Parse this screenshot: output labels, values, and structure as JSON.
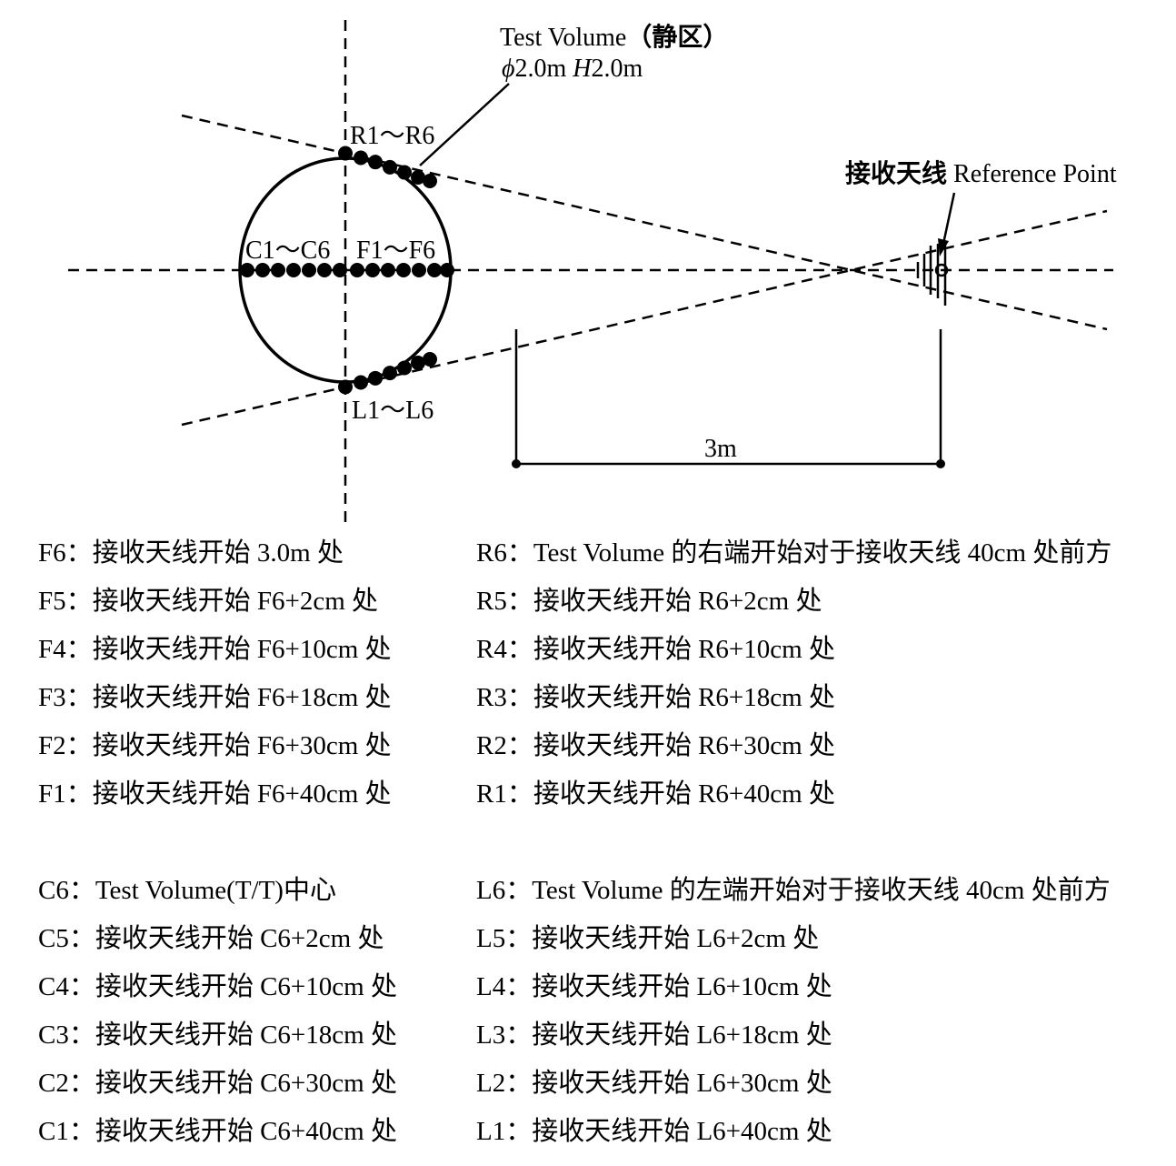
{
  "diagram": {
    "test_volume_title": "Test Volume",
    "test_volume_cn": "（静区）",
    "test_volume_phi": "ϕ",
    "test_volume_dia": "2.0m ",
    "test_volume_h": "H",
    "test_volume_height": "2.0m",
    "label_r": "R1～R6",
    "label_c": "C1～C6",
    "label_f": "F1～F6",
    "label_l": "L1～L6",
    "antenna_cn": "接收天线",
    "antenna_en": " Reference Point",
    "distance": "3m"
  },
  "legend_left": [
    {
      "id": "F6：",
      "text": "接收天线开始 3.0m 处"
    },
    {
      "id": "F5：",
      "text": "接收天线开始 F6+2cm 处"
    },
    {
      "id": "F4：",
      "text": "接收天线开始 F6+10cm 处"
    },
    {
      "id": "F3：",
      "text": "接收天线开始 F6+18cm 处"
    },
    {
      "id": "F2：",
      "text": "接收天线开始 F6+30cm 处"
    },
    {
      "id": "F1：",
      "text": "接收天线开始 F6+40cm 处"
    },
    {
      "id": "C6：",
      "text": "Test Volume(T/T)中心"
    },
    {
      "id": "C5：",
      "text": "接收天线开始 C6+2cm 处"
    },
    {
      "id": "C4：",
      "text": "接收天线开始 C6+10cm 处"
    },
    {
      "id": "C3：",
      "text": "接收天线开始 C6+18cm 处"
    },
    {
      "id": "C2：",
      "text": "接收天线开始 C6+30cm 处"
    },
    {
      "id": "C1：",
      "text": "接收天线开始 C6+40cm 处"
    }
  ],
  "legend_right": [
    {
      "id": "R6：",
      "text": "Test Volume 的右端开始对于接收天线 40cm 处前方"
    },
    {
      "id": "R5：",
      "text": "接收天线开始 R6+2cm 处"
    },
    {
      "id": "R4：",
      "text": "接收天线开始 R6+10cm 处"
    },
    {
      "id": "R3：",
      "text": "接收天线开始 R6+18cm 处"
    },
    {
      "id": "R2：",
      "text": "接收天线开始 R6+30cm 处"
    },
    {
      "id": "R1：",
      "text": "接收天线开始 R6+40cm 处"
    },
    {
      "id": "L6：",
      "text": "Test Volume 的左端开始对于接收天线 40cm 处前方"
    },
    {
      "id": "L5：",
      "text": "接收天线开始 L6+2cm 处"
    },
    {
      "id": "L4：",
      "text": "接收天线开始 L6+10cm 处"
    },
    {
      "id": "L3：",
      "text": "接收天线开始 L6+18cm 处"
    },
    {
      "id": "L2：",
      "text": "接收天线开始 L6+30cm 处"
    },
    {
      "id": "L1：",
      "text": "接收天线开始 L6+40cm 处"
    }
  ]
}
